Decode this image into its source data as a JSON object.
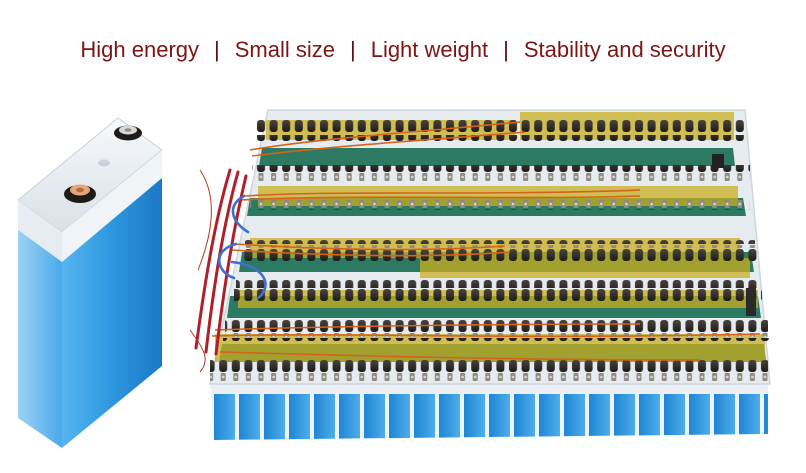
{
  "headline": {
    "features": [
      "High energy",
      "Small size",
      "Light weight",
      "Stability and security"
    ],
    "separator": "|"
  },
  "colors": {
    "heading_text": "#7a1616",
    "cell_body": "#2a93de",
    "cell_top": "#ecf1f6",
    "bus_insulation": "#2d7a62",
    "kapton_tape": "#c2a81a",
    "terminal_dark": "#2a2622",
    "sense_wire": "#d4631c",
    "lead_wire": "#b0202a",
    "blue_wire": "#3e6fd1"
  },
  "images": {
    "single_cell": "single-prismatic-lifepo4-cell",
    "battery_pack": "assembled-battery-pack-with-busbars-and-balance-wires"
  }
}
